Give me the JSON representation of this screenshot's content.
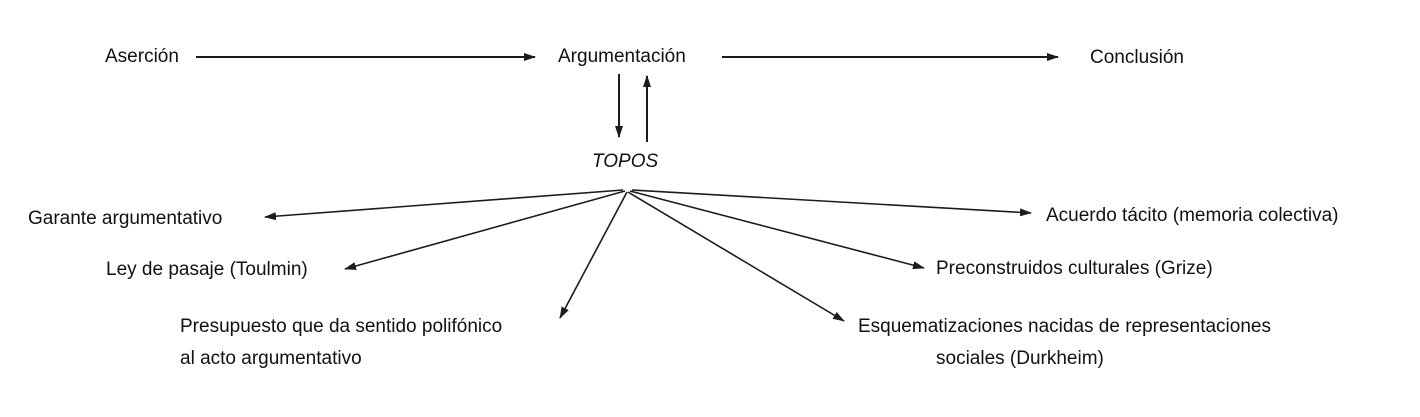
{
  "colors": {
    "background": "#ffffff",
    "text": "#111111",
    "line": "#1c1c1c"
  },
  "flow": {
    "asercion": "Aserción",
    "argumentacion": "Argumentación",
    "conclusion": "Conclusión",
    "topos": "TOPOS"
  },
  "branches": {
    "left": [
      {
        "label": "Garante argumentativo"
      },
      {
        "label": "Ley de pasaje (Toulmin)"
      },
      {
        "line1": "Presupuesto que da sentido polifónico",
        "line2": "al acto argumentativo"
      }
    ],
    "right": [
      {
        "label": "Acuerdo tácito (memoria colectiva)"
      },
      {
        "label": "Preconstruidos culturales (Grize)"
      },
      {
        "line1": "Esquematizaciones nacidas de representaciones",
        "line2": "sociales (Durkheim)"
      }
    ]
  }
}
